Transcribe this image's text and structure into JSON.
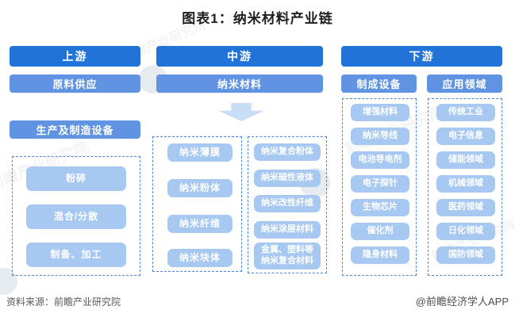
{
  "title": "图表1：纳米材料产业链",
  "colors": {
    "header_blue": "#2273d8",
    "sub_blue": "#6094e2",
    "chip_blue": "#a7c8f1",
    "arrow_blue": "#c9def6",
    "dash_border": "#4d85d8",
    "footer_gray": "#595959"
  },
  "upstream": {
    "header": "上游",
    "supply": "原料供应",
    "equipment_header": "生产及制造设备",
    "process_items": [
      "粉碎",
      "混合/分散",
      "制备、加工"
    ]
  },
  "midstream": {
    "header": "中游",
    "product": "纳米材料",
    "forms": [
      "纳米薄膜",
      "纳米粉体",
      "纳米纤维",
      "纳米块体"
    ],
    "composites": [
      "纳米复合粉体",
      "纳米磁性液体",
      "纳米改性纤维",
      "纳米涂层材料",
      "金属、塑料等纳米复合材料"
    ]
  },
  "downstream": {
    "header": "下游",
    "equipment_label": "制成设备",
    "application_label": "应用领域",
    "equipment_items": [
      "增强材料",
      "纳米导线",
      "电池导电剂",
      "电子探针",
      "生物芯片",
      "催化剂",
      "隐身材料"
    ],
    "application_items": [
      "传统工业",
      "电子信息",
      "储能领域",
      "机械领域",
      "医药领域",
      "日化领域",
      "国防领域"
    ]
  },
  "footer": {
    "source": "资料来源：前瞻产业研究院",
    "credit": "@前瞻经济学人APP"
  },
  "watermark": {
    "text": "前瞻产业研究院"
  }
}
